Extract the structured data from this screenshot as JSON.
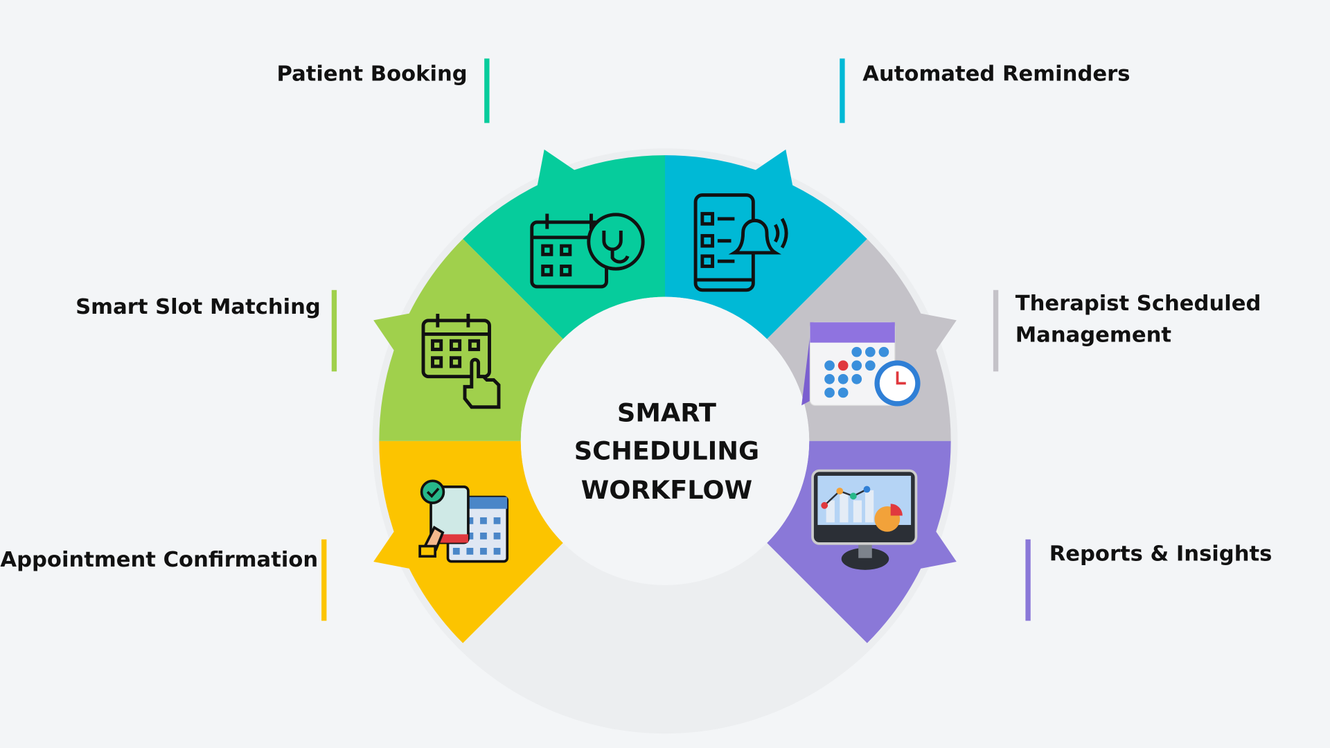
{
  "title": [
    "SMART",
    "SCHEDULING",
    "WORKFLOW"
  ],
  "steps": [
    {
      "label": "Patient Booking",
      "color": "#06cc9c",
      "icon": "calendar-stethoscope-icon"
    },
    {
      "label": "Automated Reminders",
      "color": "#00b9d6",
      "icon": "phone-bell-icon"
    },
    {
      "label_line1": "Therapist Scheduled",
      "label_line2": "Management",
      "color": "#c4c2c8",
      "icon": "calendar-clock-icon"
    },
    {
      "label": "Reports & Insights",
      "color": "#8a78d8",
      "icon": "monitor-chart-icon"
    },
    {
      "label": "Appointment Confirmation",
      "color": "#fcc400",
      "icon": "phone-calendar-check-icon"
    },
    {
      "label": "Smart Slot Matching",
      "color": "#a0d04c",
      "icon": "calendar-tap-icon"
    }
  ]
}
